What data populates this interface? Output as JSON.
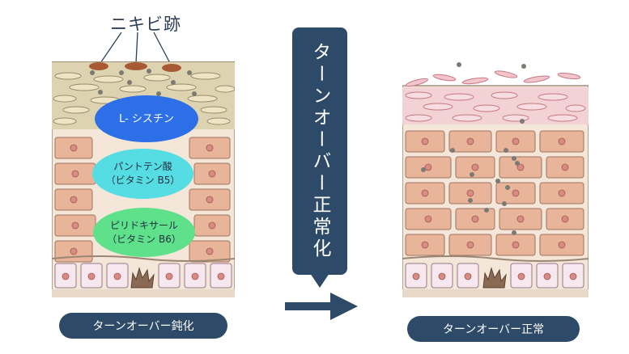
{
  "title": "ニキビ跡",
  "nutrients": {
    "cystine": "L- シスチン",
    "pantothenic_line1": "パントテン酸",
    "pantothenic_line2": "（ビタミン B5）",
    "pyridoxal_line1": "ピリドキサール",
    "pyridoxal_line2": "（ビタミン B6）"
  },
  "banner": "ターンオーバー正常化",
  "captions": {
    "left": "ターンオーバー鈍化",
    "right": "ターンオーバー正常"
  },
  "colors": {
    "banner": "#2d4a68",
    "cystine": "#2c6fe6",
    "pantothenic": "#55dde3",
    "pyridoxal": "#5fe18c",
    "skin_cell": "#e8b59a",
    "background_tissue": "#f4e6d8"
  }
}
